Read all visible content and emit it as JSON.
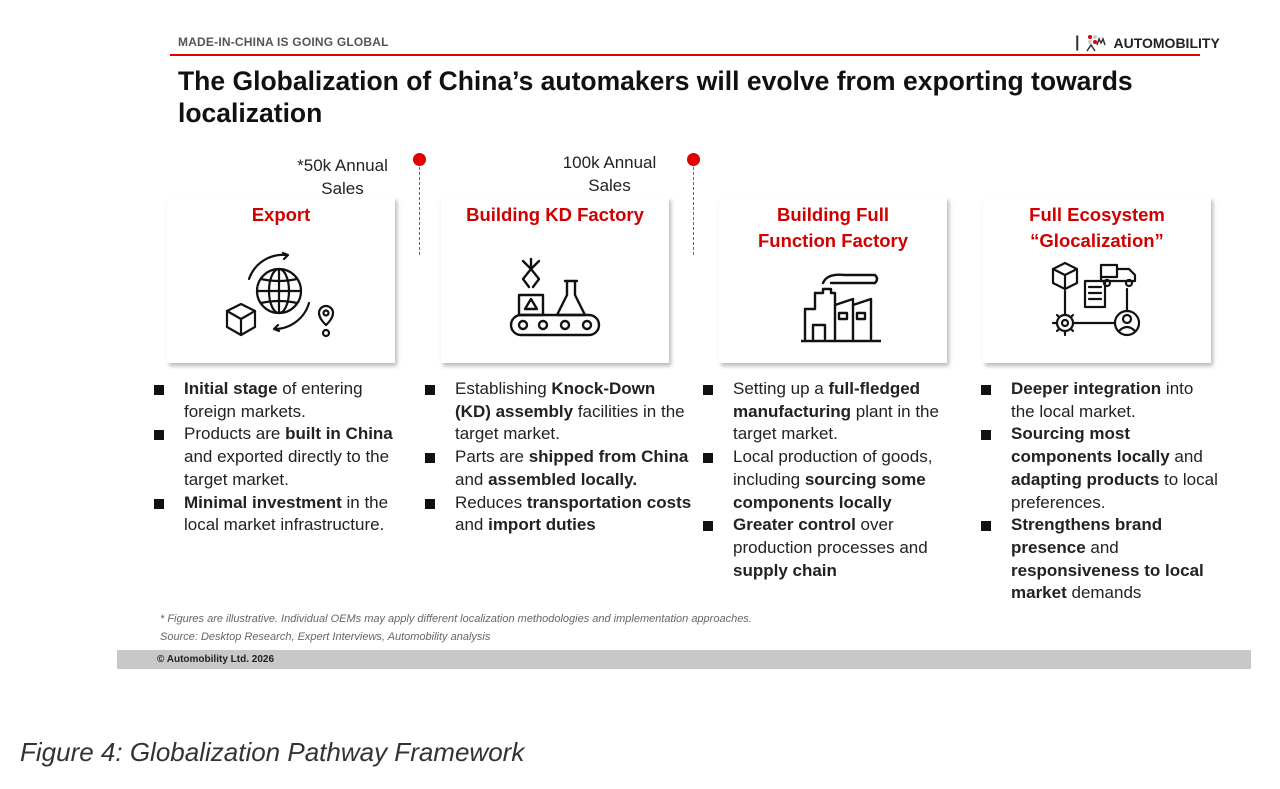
{
  "header": {
    "section_label": "MADE-IN-CHINA IS GOING GLOBAL",
    "brand_name": "AUTOMOBILITY",
    "brand_separator": "|"
  },
  "title": "The Globalization of China’s automakers will evolve from exporting towards localization",
  "milestones": [
    {
      "label": "*50k Annual Sales"
    },
    {
      "label": "100k Annual Sales"
    }
  ],
  "stages": [
    {
      "title": "Export",
      "icon": "globe-export-icon",
      "bullets": [
        [
          {
            "t": "Initial stage",
            "b": true
          },
          {
            "t": " of entering foreign markets.",
            "b": false
          }
        ],
        [
          {
            "t": "Products are ",
            "b": false
          },
          {
            "t": "built in China",
            "b": true
          },
          {
            "t": " and exported directly to the target market.",
            "b": false
          }
        ],
        [
          {
            "t": "Minimal investment",
            "b": true
          },
          {
            "t": " in the local market infrastructure.",
            "b": false
          }
        ]
      ]
    },
    {
      "title": "Building KD Factory",
      "icon": "assembly-line-icon",
      "bullets": [
        [
          {
            "t": "Establishing ",
            "b": false
          },
          {
            "t": "Knock-Down (KD) assembly",
            "b": true
          },
          {
            "t": " facilities in the target market.",
            "b": false
          }
        ],
        [
          {
            "t": "Parts are ",
            "b": false
          },
          {
            "t": "shipped from China",
            "b": true
          },
          {
            "t": " and ",
            "b": false
          },
          {
            "t": "assembled locally.",
            "b": true
          }
        ],
        [
          {
            "t": "Reduces ",
            "b": false
          },
          {
            "t": "transportation costs",
            "b": true
          },
          {
            "t": " and ",
            "b": false
          },
          {
            "t": "import duties",
            "b": true
          }
        ]
      ]
    },
    {
      "title": "Building Full Function Factory",
      "icon": "factory-icon",
      "bullets": [
        [
          {
            "t": "Setting up a ",
            "b": false
          },
          {
            "t": "full-fledged manufacturing",
            "b": true
          },
          {
            "t": " plant in the target market.",
            "b": false
          }
        ],
        [
          {
            "t": "Local production of goods, including ",
            "b": false
          },
          {
            "t": "sourcing some components locally",
            "b": true
          }
        ],
        [
          {
            "t": "Greater control",
            "b": true
          },
          {
            "t": " over production processes and ",
            "b": false
          },
          {
            "t": "supply chain",
            "b": true
          }
        ]
      ]
    },
    {
      "title": "Full Ecosystem “Glocalization”",
      "icon": "ecosystem-network-icon",
      "bullets": [
        [
          {
            "t": "Deeper integration",
            "b": true
          },
          {
            "t": " into the local market.",
            "b": false
          }
        ],
        [
          {
            "t": "Sourcing most components locally",
            "b": true
          },
          {
            "t": " and ",
            "b": false
          },
          {
            "t": "adapting products",
            "b": true
          },
          {
            "t": " to local preferences.",
            "b": false
          }
        ],
        [
          {
            "t": "Strengthens brand presence",
            "b": true
          },
          {
            "t": " and ",
            "b": false
          },
          {
            "t": "responsiveness to local market",
            "b": true
          },
          {
            "t": " demands",
            "b": false
          }
        ]
      ]
    }
  ],
  "footnote": "* Figures are illustrative. Individual OEMs may apply different localization methodologies and implementation approaches.",
  "source": "Source: Desktop Research, Expert Interviews, Automobility analysis",
  "copyright": "© Automobility Ltd. 2026",
  "caption": "Figure 4: Globalization Pathway Framework",
  "colors": {
    "accent": "#e00000",
    "stage_title": "#d00000",
    "footer_bar": "#c8c8c8"
  }
}
